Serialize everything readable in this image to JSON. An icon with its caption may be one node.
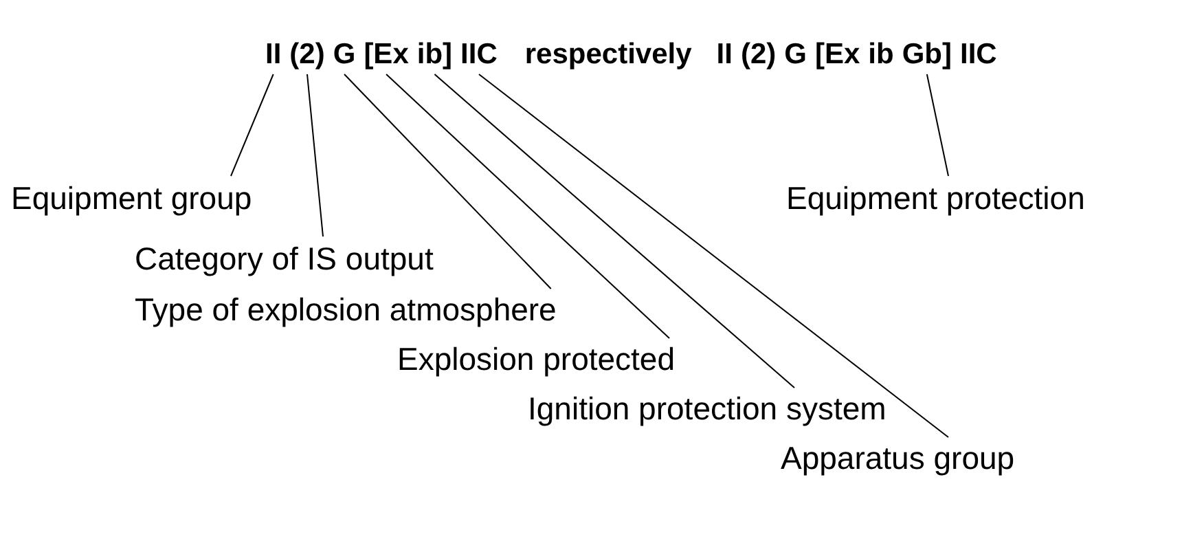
{
  "diagram": {
    "nodes": [
      {
        "text": [
          "II"
        ]
      },
      {
        "text": [
          "(2)"
        ]
      },
      {
        "text": [
          "G"
        ]
      },
      {
        "text": [
          "[Ex"
        ]
      },
      {
        "text": [
          "ib]"
        ]
      },
      {
        "text": [
          "IIC"
        ]
      },
      {
        "text": [
          "II"
        ]
      },
      {
        "text": [
          "(2)"
        ]
      },
      {
        "text": [
          "G"
        ]
      },
      {
        "text": [
          "[Ex"
        ]
      },
      {
        "text": [
          "ib"
        ]
      },
      {
        "text": [
          "Gb]"
        ]
      },
      {
        "text": [
          "IIC"
        ]
      },
      {
        "text": [
          "Equipment group"
        ]
      },
      {
        "text": [
          "Equipment protection"
        ]
      },
      {
        "text": [
          "Category of IS output"
        ]
      },
      {
        "text": [
          "Type of explosion atmosphere"
        ]
      },
      {
        "text": [
          "Explosion protected"
        ]
      },
      {
        "text": [
          "Ignition protection system"
        ]
      },
      {
        "text": [
          "Apparatus group"
        ]
      }
    ],
    "edges": [
      {
        "from": 13,
        "to": 0,
        "arrow": "none"
      },
      {
        "from": 14,
        "to": 11,
        "arrow": "none"
      },
      {
        "from": 15,
        "to": 1,
        "arrow": "none"
      },
      {
        "from": 16,
        "to": 2,
        "arrow": "none"
      },
      {
        "from": 17,
        "to": 3,
        "arrow": "none"
      },
      {
        "from": 18,
        "to": 4,
        "arrow": "none"
      },
      {
        "from": 19,
        "to": 5,
        "arrow": "none"
      }
    ],
    "labels": [
      "respectively"
    ]
  }
}
